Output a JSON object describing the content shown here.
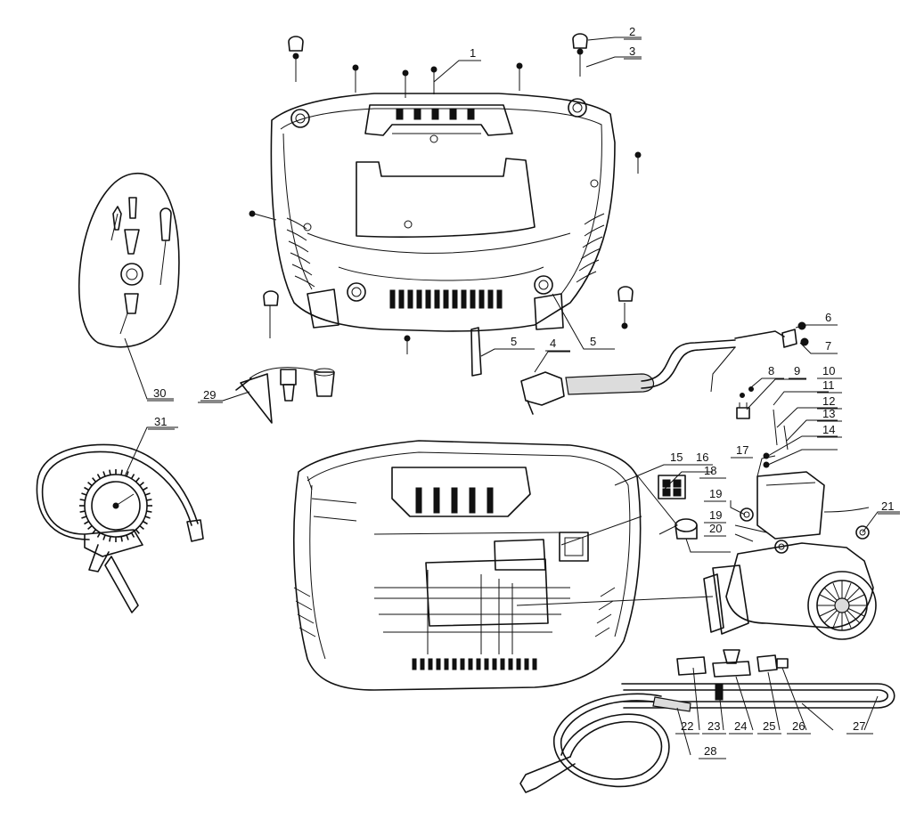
{
  "callouts": [
    {
      "id": "c1",
      "label": "1"
    },
    {
      "id": "c2",
      "label": "2"
    },
    {
      "id": "c3",
      "label": "3"
    },
    {
      "id": "c4",
      "label": "4"
    },
    {
      "id": "c5a",
      "label": "5"
    },
    {
      "id": "c5b",
      "label": "5"
    },
    {
      "id": "c6",
      "label": "6"
    },
    {
      "id": "c7",
      "label": "7"
    },
    {
      "id": "c8",
      "label": "8"
    },
    {
      "id": "c9",
      "label": "9"
    },
    {
      "id": "c10",
      "label": "10"
    },
    {
      "id": "c11",
      "label": "11"
    },
    {
      "id": "c12",
      "label": "12"
    },
    {
      "id": "c13",
      "label": "13"
    },
    {
      "id": "c14",
      "label": "14"
    },
    {
      "id": "c15",
      "label": "15"
    },
    {
      "id": "c16",
      "label": "16"
    },
    {
      "id": "c17",
      "label": "17"
    },
    {
      "id": "c18",
      "label": "18"
    },
    {
      "id": "c19a",
      "label": "19"
    },
    {
      "id": "c19b",
      "label": "19"
    },
    {
      "id": "c20",
      "label": "20"
    },
    {
      "id": "c21",
      "label": "21"
    },
    {
      "id": "c22",
      "label": "22"
    },
    {
      "id": "c23",
      "label": "23"
    },
    {
      "id": "c24",
      "label": "24"
    },
    {
      "id": "c25",
      "label": "25"
    },
    {
      "id": "c26",
      "label": "26"
    },
    {
      "id": "c27",
      "label": "27"
    },
    {
      "id": "c28",
      "label": "28"
    },
    {
      "id": "c29",
      "label": "29"
    },
    {
      "id": "c30",
      "label": "30"
    },
    {
      "id": "c31",
      "label": "31"
    }
  ]
}
